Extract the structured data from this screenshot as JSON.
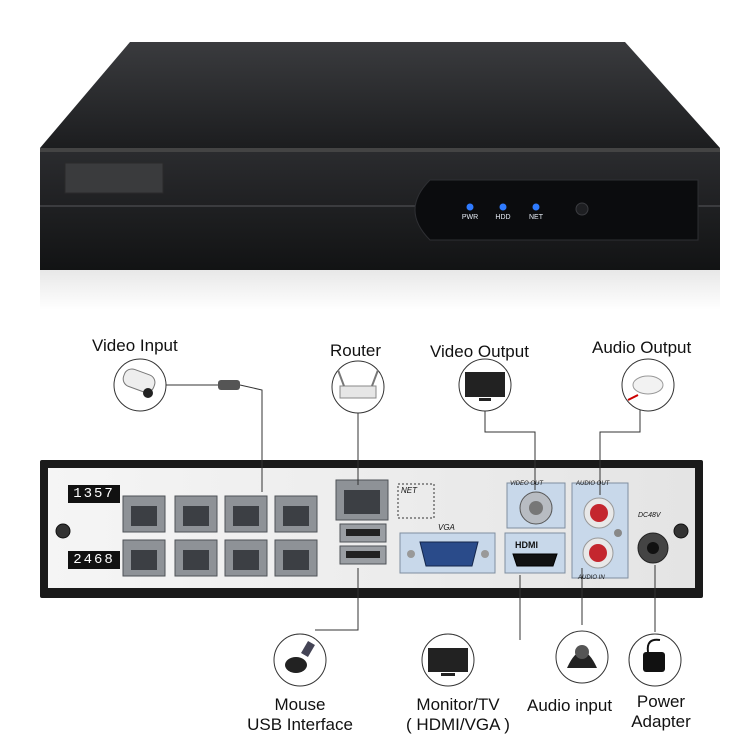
{
  "front_panel": {
    "leds": [
      "PWR",
      "HDD",
      "NET"
    ]
  },
  "back_panel": {
    "port_numbers_top": "1357",
    "port_numbers_bottom": "2468",
    "net_label": "NET",
    "vga_label": "VGA",
    "hdmi_label": "HDMI",
    "video_out_label": "VIDEO OUT",
    "audio_out_label": "AUDIO OUT",
    "audio_in_label": "AUDIO IN",
    "power_label": "DC48V"
  },
  "callouts": {
    "video_input": "Video Input",
    "router": "Router",
    "video_output": "Video Output",
    "audio_output": "Audio Output",
    "mouse_line1": "Mouse",
    "mouse_line2": "USB Interface",
    "monitor_line1": "Monitor/TV",
    "monitor_line2": "( HDMI/VGA )",
    "audio_input": "Audio input",
    "power_line1": "Power",
    "power_line2": "Adapter"
  }
}
